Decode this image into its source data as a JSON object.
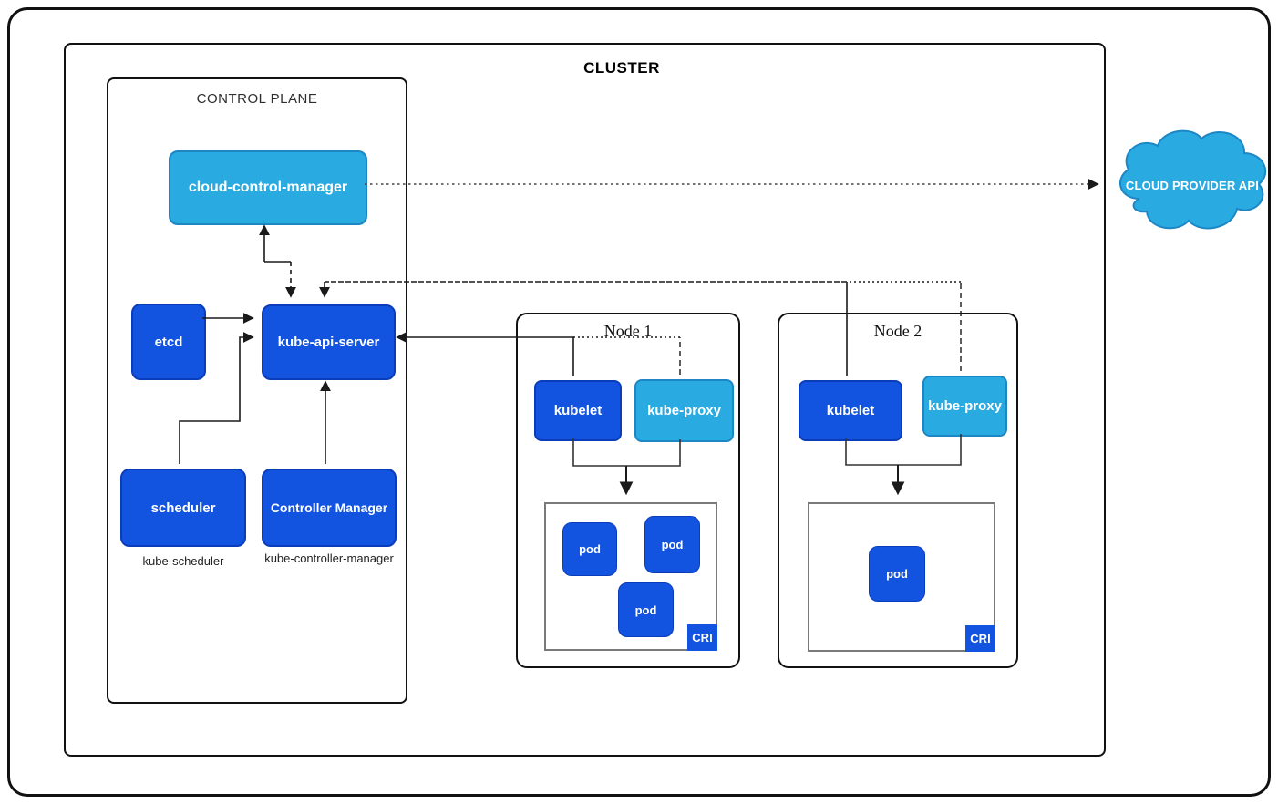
{
  "diagram": {
    "cluster_label": "CLUSTER",
    "control_plane": {
      "label": "CONTROL PLANE",
      "cloud_control_manager": "cloud-control-manager",
      "etcd": "etcd",
      "kube_api_server": "kube-api-server",
      "scheduler": "scheduler",
      "scheduler_sublabel": "kube-scheduler",
      "controller_manager": "Controller Manager",
      "controller_manager_sublabel": "kube-controller-manager"
    },
    "nodes": [
      {
        "title": "Node 1",
        "kubelet": "kubelet",
        "kube_proxy": "kube-proxy",
        "cri_label": "CRI",
        "pods": [
          "pod",
          "pod",
          "pod"
        ]
      },
      {
        "title": "Node 2",
        "kubelet": "kubelet",
        "kube_proxy": "kube-proxy",
        "cri_label": "CRI",
        "pods": [
          "pod"
        ]
      }
    ],
    "cloud_provider_api": "CLOUD PROVIDER API",
    "colors": {
      "primary_blue": "#1254e0",
      "light_blue": "#29abe2",
      "line_color": "#1a1a1a"
    }
  }
}
